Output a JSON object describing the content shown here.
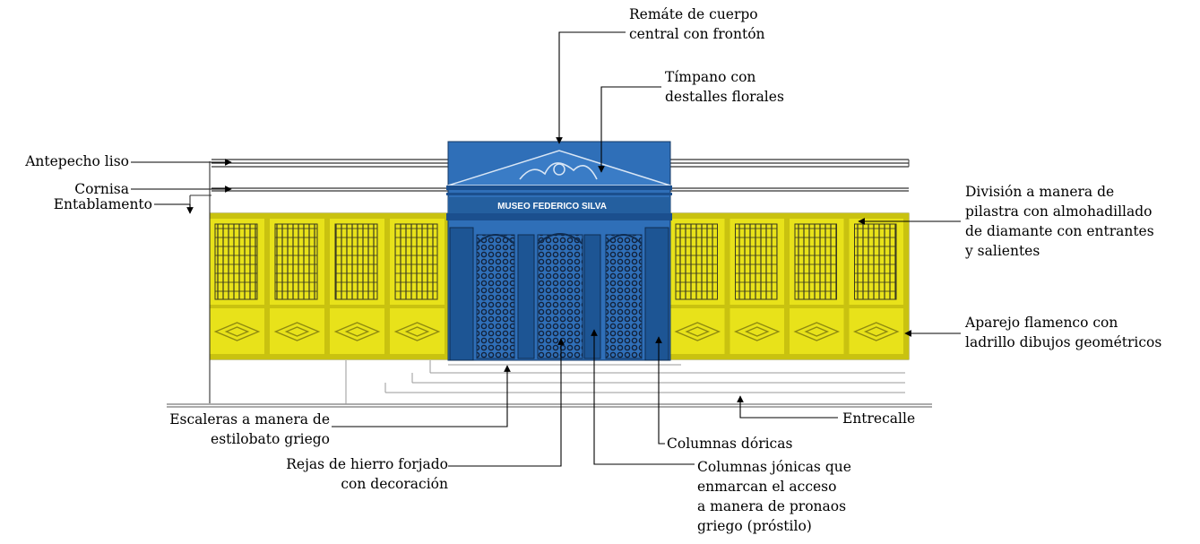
{
  "colors": {
    "facade_yellow": "#e8e21a",
    "facade_yellow_dark": "#c9c210",
    "portico_blue": "#2f6fb8",
    "portico_blue_dark": "#1b4f8e",
    "ironwork": "#1b2b45",
    "line": "#000000"
  },
  "building": {
    "sign_text": "MUSEO FEDERICO SILVA"
  },
  "labels": {
    "remate": [
      "Remáte de cuerpo",
      "central con frontón"
    ],
    "timpano": [
      "Tímpano con",
      "destalles florales"
    ],
    "antepecho": [
      "Antepecho liso"
    ],
    "cornisa": [
      "Cornisa"
    ],
    "entablamento": [
      "Entablamento"
    ],
    "division": [
      "División a manera de",
      "pilastra con almohadillado",
      "de diamante con entrantes",
      "y salientes"
    ],
    "aparejo": [
      "Aparejo flamenco con",
      "ladrillo dibujos geométricos"
    ],
    "escaleras": [
      "Escaleras a manera de",
      "estilobato griego"
    ],
    "rejas": [
      "Rejas de hierro forjado",
      "con decoración"
    ],
    "columnas_doricas": [
      "Columnas dóricas"
    ],
    "columnas_jonicas": [
      "Columnas jónicas que",
      "enmarcan el acceso",
      "a manera de pronaos",
      "griego (próstilo)"
    ],
    "entrecalle": [
      "Entrecalle"
    ]
  }
}
